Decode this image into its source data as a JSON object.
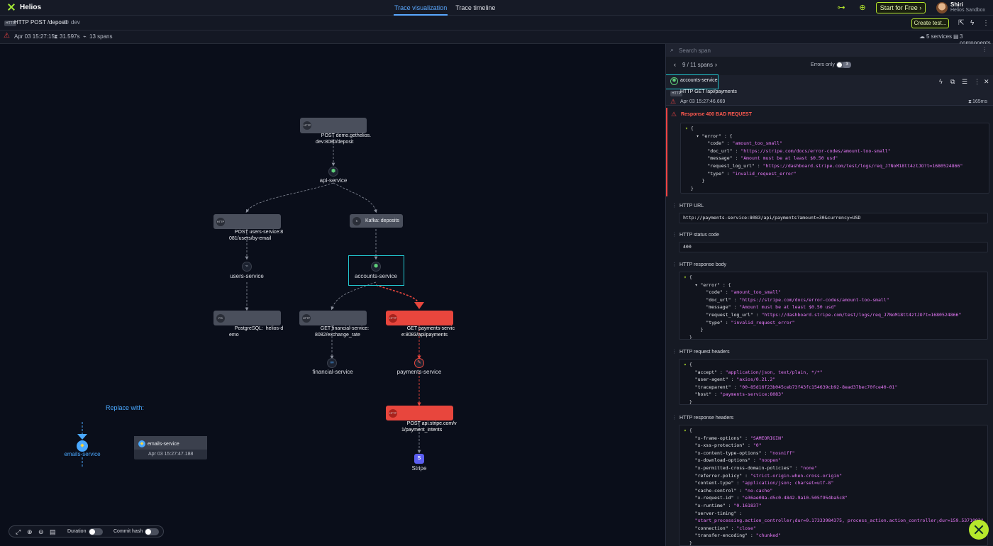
{
  "app": {
    "name": "Helios"
  },
  "top_tabs": [
    {
      "label": "Trace visualization",
      "active": true
    },
    {
      "label": "Trace timeline",
      "active": false
    }
  ],
  "cta": {
    "start_free": "Start for Free ›"
  },
  "user": {
    "name": "Shiri",
    "org": "Helios Sandbox"
  },
  "trace": {
    "http_chip": "HTTP",
    "title": "HTTP POST /deposit",
    "env": "dev",
    "create_test": "Create test...",
    "timestamp": "Apr 03 15:27:15",
    "duration": "31.597s",
    "spans": "13 spans",
    "services": "5 services",
    "components": "3 components"
  },
  "graph": {
    "nodes": {
      "post_deposit": "POST demo.gethelios.\ndev:8080/deposit",
      "api_service": "api-service",
      "post_users": "POST users-service:8\n081/users/by-email",
      "kafka": "Kafka:  deposits",
      "users_service": "users-service",
      "accounts_service": "accounts-service",
      "postgres": "PostgreSQL:  helios-d\nemo",
      "get_financial": "GET financial-service:\n8082/exchange_rate",
      "get_payments": "GET payments-servic\ne:8083/api/payments",
      "financial_service": "financial-service",
      "payments_service": "payments-service",
      "post_stripe": "POST api.stripe.com/v\n1/payment_intents",
      "stripe": "Stripe"
    },
    "replace_with": "Replace with:",
    "emails_service": "emails-service",
    "emails_card": {
      "title": "emails-service",
      "time": "Apr 03 15:27:47.188"
    }
  },
  "bottom_toolbar": {
    "duration_label": "Duration",
    "commit_label": "Commit hash"
  },
  "panel": {
    "search_placeholder": "Search span",
    "pager": "9 / 11 spans",
    "errors_only": "Errors only",
    "errors_count": "3",
    "span": {
      "service": "accounts-service",
      "route": "HTTP GET /api/payments",
      "time": "Apr 03 15:27:46.669",
      "duration": "165ms"
    },
    "response_title": "Response 400 BAD REQUEST",
    "error_body": {
      "code": "amount_too_small",
      "doc_url": "https://stripe.com/docs/error-codes/amount-too-small",
      "message": "Amount must be at least $0.50 usd",
      "request_log_url": "https://dashboard.stripe.com/test/logs/req_J7NoM18tt4ztJO?t=1680524866",
      "type": "invalid_request_error"
    },
    "sections": {
      "http_url": "HTTP URL",
      "http_url_value": "http://payments-service:8083/api/payments?amount=30&currency=USD",
      "http_status": "HTTP status code",
      "http_status_value": "400",
      "resp_body": "HTTP response body",
      "req_headers": "HTTP request headers",
      "resp_headers": "HTTP response headers"
    },
    "request_headers": {
      "accept": "application/json, text/plain, */*",
      "user-agent": "axios/0.21.2",
      "traceparent": "00-85d16f23b045ceb73f43fc154639cb92-8ead37bec70fce40-01",
      "host": "payments-service:8083"
    },
    "response_headers": {
      "x-frame-options": "SAMEORIGIN",
      "x-xss-protection": "0",
      "x-content-type-options": "nosniff",
      "x-download-options": "noopen",
      "x-permitted-cross-domain-policies": "none",
      "referrer-policy": "strict-origin-when-cross-origin",
      "content-type": "application/json; charset=utf-8",
      "cache-control": "no-cache",
      "x-request-id": "e36ae08a-d5c0-4842-9a10-505f954ba5c8",
      "x-runtime": "0.161837",
      "server-timing": "start_processing.action_controller;dur=0.17333984375, process_action.action_controller;dur=159.5371093",
      "connection": "close",
      "transfer-encoding": "chunked"
    }
  },
  "colors": {
    "accent": "#b6e82c",
    "highlight": "#22c7d0",
    "error": "#e8463d",
    "link": "#4aa8ff"
  }
}
